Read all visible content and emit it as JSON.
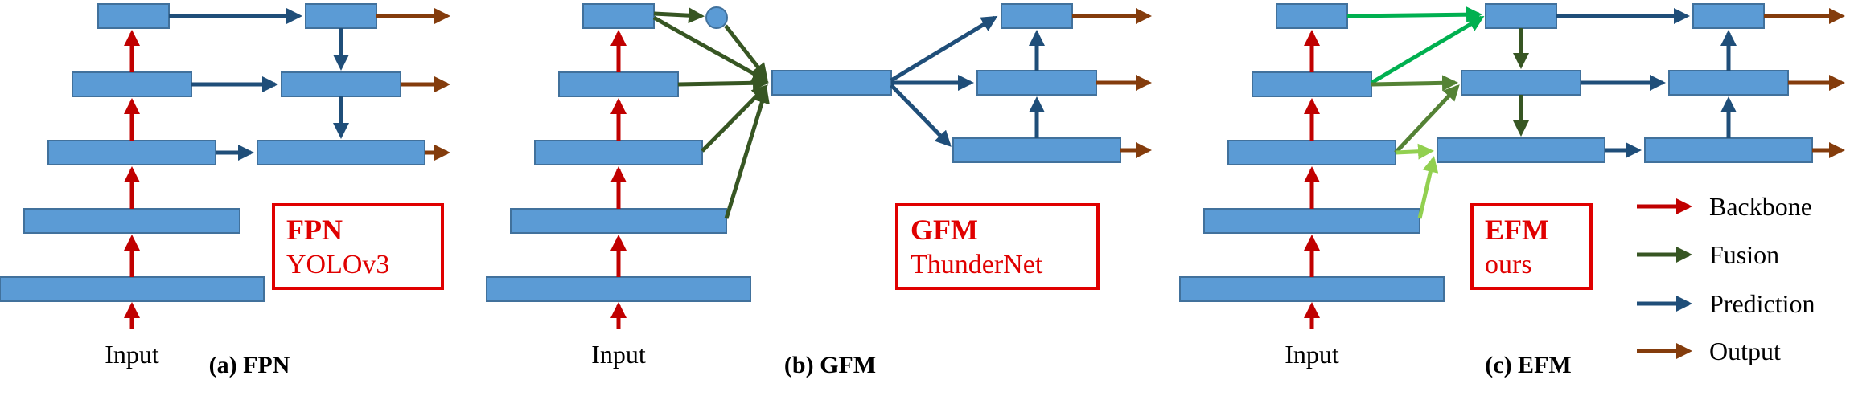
{
  "colors": {
    "backbone": "#c00000",
    "fusion": "#375623",
    "fusion_light": "#548235",
    "fusion_bright": "#00b050",
    "fusion_pale": "#92d050",
    "prediction": "#1f4e79",
    "output": "#843c0c",
    "block": "#5b9bd5",
    "highlight": "#e00000"
  },
  "panels": [
    {
      "input_label": "Input",
      "caption": "(a) FPN",
      "box_title": "FPN",
      "box_subtitle": "YOLOv3"
    },
    {
      "input_label": "Input",
      "caption": "(b) GFM",
      "box_title": "GFM",
      "box_subtitle": "ThunderNet"
    },
    {
      "input_label": "Input",
      "caption": "(c) EFM",
      "box_title": "EFM",
      "box_subtitle": "ours"
    }
  ],
  "legend": [
    {
      "label": "Backbone",
      "color_key": "backbone"
    },
    {
      "label": "Fusion",
      "color_key": "fusion"
    },
    {
      "label": "Prediction",
      "color_key": "prediction"
    },
    {
      "label": "Output",
      "color_key": "output"
    }
  ]
}
